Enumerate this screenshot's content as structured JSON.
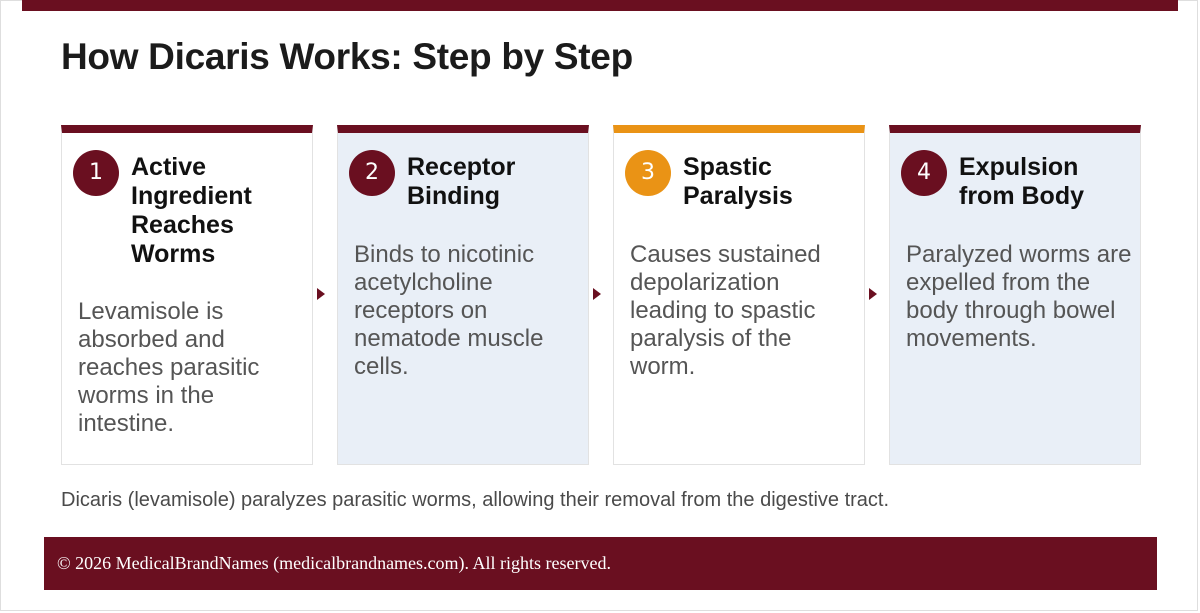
{
  "title": "How Dicaris Works: Step by Step",
  "steps": [
    {
      "number": "1",
      "title": "Active Ingredient Reaches Worms",
      "description": "Levamisole is absorbed and reaches parasitic worms in the intestine."
    },
    {
      "number": "2",
      "title": "Receptor Binding",
      "description": "Binds to nicotinic acetylcholine receptors on nematode muscle cells."
    },
    {
      "number": "3",
      "title": "Spastic Paralysis",
      "description": "Causes sustained depolarization leading to spastic paralysis of the worm."
    },
    {
      "number": "4",
      "title": "Expulsion from Body",
      "description": "Paralyzed worms are expelled from the body through bowel movements."
    }
  ],
  "summary": "Dicaris (levamisole) paralyzes parasitic worms, allowing their removal from the digestive tract.",
  "footer": "© 2026 MedicalBrandNames (medicalbrandnames.com). All rights reserved.",
  "colors": {
    "brand": "#6a0f20",
    "accent": "#ea9315",
    "tint": "#e9eff7"
  }
}
